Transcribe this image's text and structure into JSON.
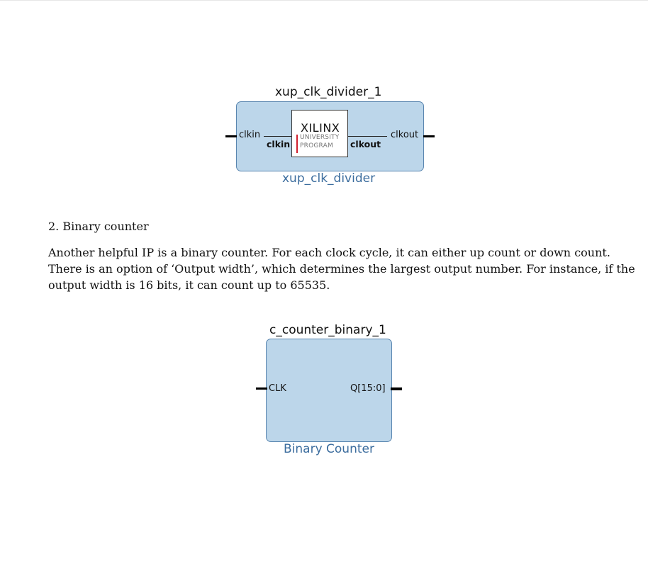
{
  "clk_divider": {
    "instance_name": "xup_clk_divider_1",
    "ip_type": "xup_clk_divider",
    "input_pin": "clkin",
    "output_pin": "clkout",
    "inner": {
      "logo": "XILINX",
      "logo_sub1": "UNIVERSITY",
      "logo_sub2": "PROGRAM",
      "in_pin": "clkin",
      "out_pin": "clkout"
    }
  },
  "section": {
    "heading": "2. Binary counter",
    "paragraph_lines": [
      "Another helpful IP is a binary counter. For each clock cycle, it can either up count or down count.",
      "There is an option of ‘Output width’, which determines the largest output number. For instance, if the",
      "output width is 16 bits, it can count up to 65535."
    ]
  },
  "binary_counter": {
    "instance_name": "c_counter_binary_1",
    "ip_type": "Binary Counter",
    "input_pin": "CLK",
    "output_pin": "Q[15:0]"
  },
  "colors": {
    "block_fill": "#bcd6ea",
    "block_border": "#5a86b0",
    "ip_type_text": "#3c6d9e",
    "xilinx_red": "#d0202e"
  }
}
